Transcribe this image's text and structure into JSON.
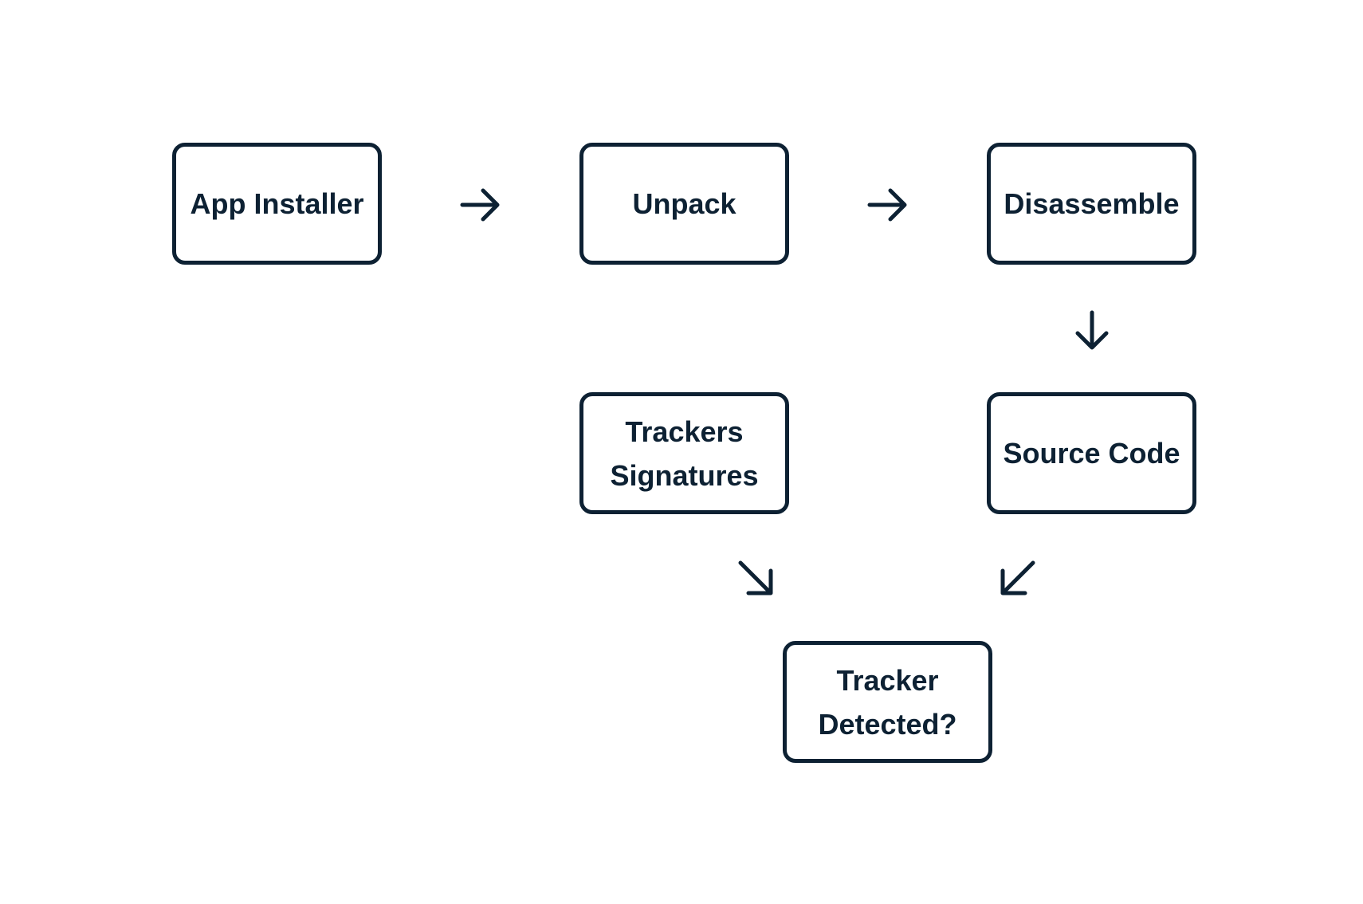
{
  "diagram": {
    "nodes": {
      "app_installer": "App Installer",
      "unpack": "Unpack",
      "disassemble": "Disassemble",
      "source_code": "Source Code",
      "trackers_signatures": "Trackers\nSignatures",
      "tracker_detected": "Tracker\nDetected?"
    },
    "arrows": [
      {
        "from": "App Installer",
        "to": "Unpack",
        "icon": "arrow-right-icon"
      },
      {
        "from": "Unpack",
        "to": "Disassemble",
        "icon": "arrow-right-icon"
      },
      {
        "from": "Disassemble",
        "to": "Source Code",
        "icon": "arrow-down-icon"
      },
      {
        "from": "Trackers Signatures",
        "to": "Tracker Detected?",
        "icon": "arrow-down-right-icon"
      },
      {
        "from": "Source Code",
        "to": "Tracker Detected?",
        "icon": "arrow-down-left-icon"
      }
    ],
    "colors": {
      "stroke": "#0d2133",
      "text": "#0d2133",
      "background": "#ffffff"
    }
  }
}
